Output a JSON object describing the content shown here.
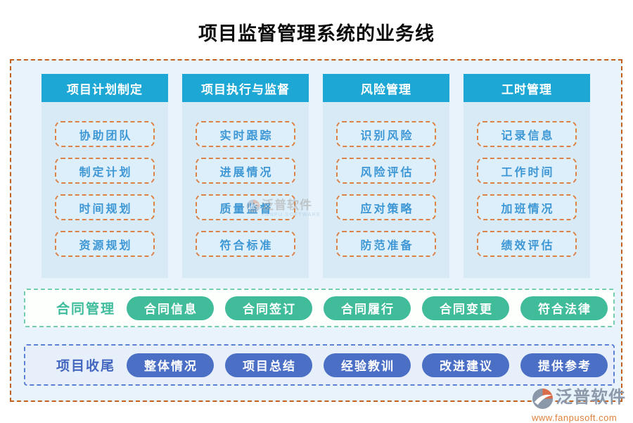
{
  "title": "项目监督管理系统的业务线",
  "columns": [
    {
      "header": "项目计划制定",
      "items": [
        "协助团队",
        "制定计划",
        "时间规划",
        "资源规划"
      ]
    },
    {
      "header": "项目执行与监督",
      "items": [
        "实时跟踪",
        "进展情况",
        "质量监督",
        "符合标准"
      ]
    },
    {
      "header": "风险管理",
      "items": [
        "识别风险",
        "风险评估",
        "应对策略",
        "防范准备"
      ]
    },
    {
      "header": "工时管理",
      "items": [
        "记录信息",
        "工作时间",
        "加班情况",
        "绩效评估"
      ]
    }
  ],
  "contract": {
    "label": "合同管理",
    "items": [
      "合同信息",
      "合同签订",
      "合同履行",
      "合同变更",
      "符合法律"
    ]
  },
  "closure": {
    "label": "项目收尾",
    "items": [
      "整体情况",
      "项目总结",
      "经验教训",
      "改进建议",
      "提供参考"
    ]
  },
  "watermark": {
    "text": "泛普软件",
    "subtext": "FANPU SOFTWARE"
  },
  "logo": {
    "name": "泛普软件",
    "url": "www.fanpusoft.com"
  },
  "colors": {
    "header_teal": "#1ca7d5",
    "outer_border_orange": "#c2611f",
    "item_border_orange": "#db8347",
    "item_text_blue": "#3e97d5",
    "column_bg": "#d8eaf6",
    "canvas_bg": "#e9f3fb",
    "green_accent": "#3ebc9b",
    "blue_accent": "#4a6fc5",
    "logo_gray": "#8c99ab",
    "logo_orange": "#e0813c"
  }
}
